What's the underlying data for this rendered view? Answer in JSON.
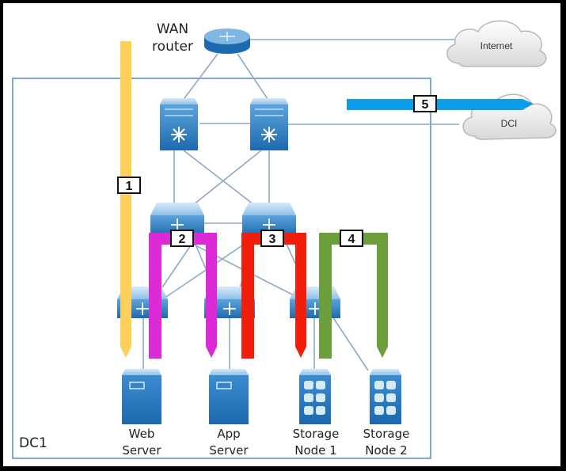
{
  "diagram": {
    "title_label": "DC1",
    "wan_router": {
      "line1": "WAN",
      "line2": "router"
    },
    "clouds": [
      {
        "id": "internet",
        "label": "Internet"
      },
      {
        "id": "dci",
        "label": "DCI"
      }
    ],
    "servers": [
      {
        "id": "web",
        "line1": "Web",
        "line2": "Server",
        "type": "server"
      },
      {
        "id": "app",
        "line1": "App",
        "line2": "Server",
        "type": "server"
      },
      {
        "id": "storage1",
        "line1": "Storage",
        "line2": "Node 1",
        "type": "storage"
      },
      {
        "id": "storage2",
        "line1": "Storage",
        "line2": "Node 2",
        "type": "storage"
      }
    ],
    "flows": [
      {
        "number": "1",
        "color": "#FDCF5B",
        "from": "WAN router",
        "to": "Web Server"
      },
      {
        "number": "2",
        "color": "#DC2BD6",
        "from": "Web Server",
        "to": "App Server"
      },
      {
        "number": "3",
        "color": "#F21E0C",
        "from": "App Server",
        "to": "Storage Node 1"
      },
      {
        "number": "4",
        "color": "#6A9F3C",
        "from": "Storage Node 1",
        "to": "Storage Node 2"
      },
      {
        "number": "5",
        "color": "#0E9BE8",
        "from": "DC1 core",
        "to": "DCI"
      }
    ],
    "colors": {
      "link": "#8FA9C6",
      "dc_border": "#7FA6D4",
      "device_blue": "#2E7FC4"
    }
  }
}
